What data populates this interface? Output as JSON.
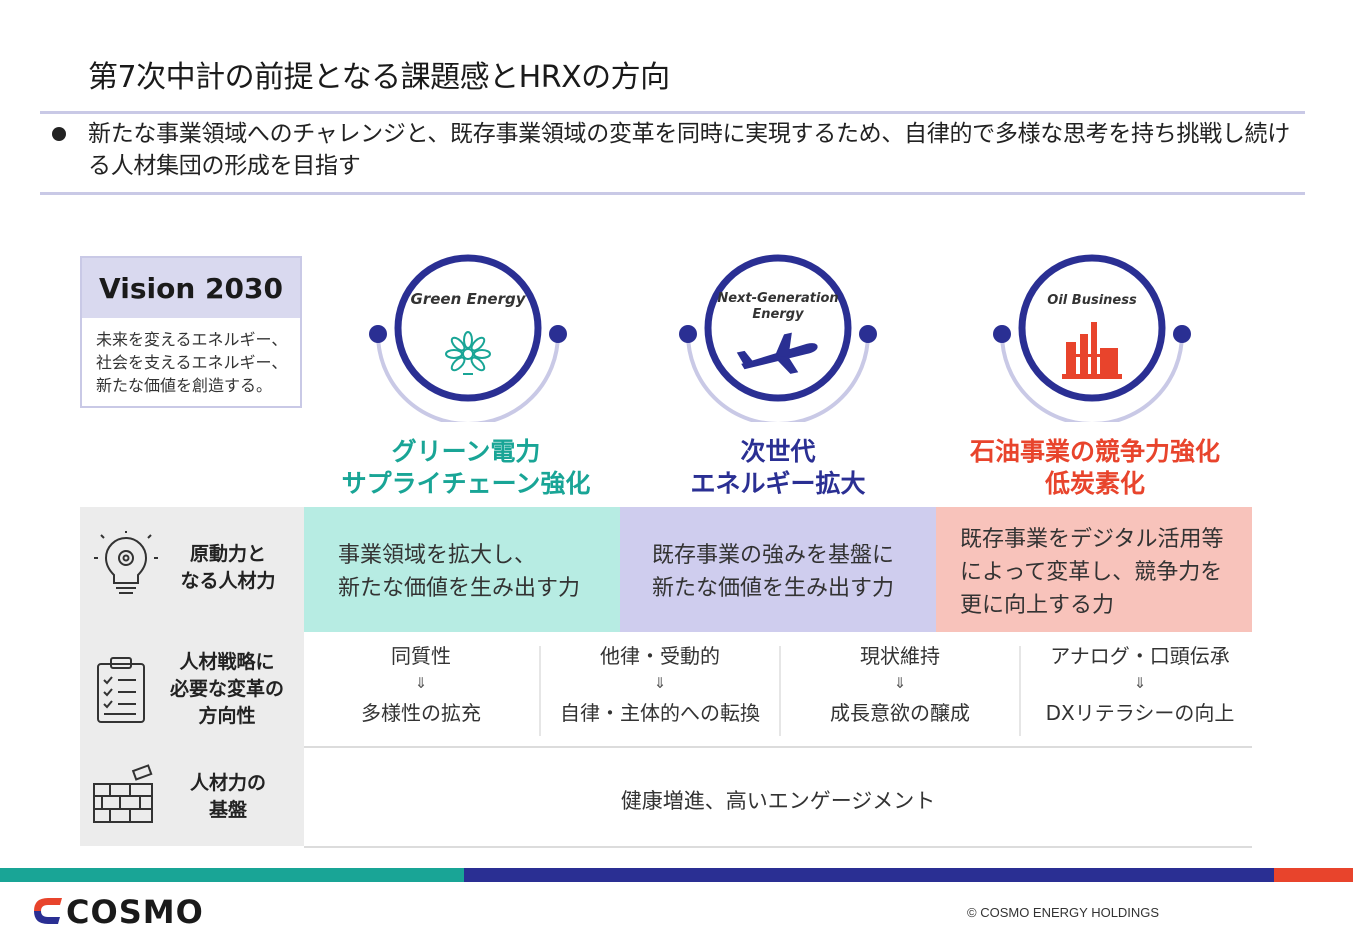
{
  "title": "第7次中計の前提となる課題感とHRXの方向",
  "bullet": "新たな事業領域へのチャレンジと、既存事業領域の変革を同時に実現するため、自律的で多様な思考を持ち挑戦し続ける人材集団の形成を目指す",
  "vision": {
    "heading": "Vision 2030",
    "body": "未来を変えるエネルギー、\n社会を支えるエネルギー、\n新たな価値を創造する。"
  },
  "pillars": [
    {
      "circle_label": "Green Energy",
      "icon": "leaf-burst-icon",
      "title": "グリーン電力\nサプライチェーン強化",
      "color": "#19a596"
    },
    {
      "circle_label": "Next-Generation Energy",
      "circle_label_line1": "Next-Generation",
      "circle_label_line2": "Energy",
      "icon": "airplane-icon",
      "title": "次世代\nエネルギー拡大",
      "color": "#2a2f93"
    },
    {
      "circle_label": "Oil Business",
      "icon": "refinery-icon",
      "title": "石油事業の競争力強化\n低炭素化",
      "color": "#e8442c"
    }
  ],
  "rows": {
    "power": {
      "label": "原動力と\nなる人材力",
      "icon": "lightbulb-gear-icon",
      "cells": [
        {
          "text": "事業領域を拡大し、\n新たな価値を生み出す力",
          "bg": "#b7ece3"
        },
        {
          "text": "既存事業の強みを基盤に\n新たな価値を生み出す力",
          "bg": "#cfcdee"
        },
        {
          "text": "既存事業をデジタル活用等\nによって変革し、競争力を\n更に向上する力",
          "bg": "#f8c3bb"
        }
      ]
    },
    "reform": {
      "label": "人材戦略に\n必要な変革の\n方向性",
      "icon": "clipboard-checklist-icon",
      "arrow": "⇓",
      "items": [
        {
          "from": "同質性",
          "to": "多様性の拡充"
        },
        {
          "from": "他律・受動的",
          "to": "自律・主体的への転換"
        },
        {
          "from": "現状維持",
          "to": "成長意欲の醸成"
        },
        {
          "from": "アナログ・口頭伝承",
          "to": "DXリテラシーの向上"
        }
      ]
    },
    "foundation": {
      "label": "人材力の\n基盤",
      "icon": "brick-wall-icon",
      "text": "健康増進、高いエンゲージメント"
    }
  },
  "footer": {
    "logo_text": "COSMO",
    "copyright": "© COSMO ENERGY HOLDINGS",
    "band_colors": [
      "#19a596",
      "#2a2f93",
      "#e8442c"
    ]
  },
  "colors": {
    "navy": "#2a2f93",
    "label_bg": "#ececec",
    "rule": "#c9c9e6"
  }
}
